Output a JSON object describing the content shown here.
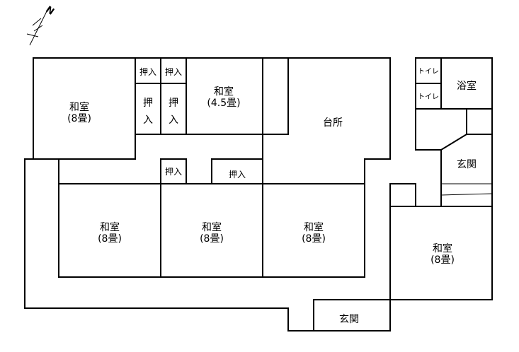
{
  "compass": {
    "letter": "N"
  },
  "rooms": {
    "washitsu_nw": {
      "name": "和室",
      "size": "(8畳)"
    },
    "washitsu_n": {
      "name": "和室",
      "size": "(4.5畳)"
    },
    "washitsu_w": {
      "name": "和室",
      "size": "(8畳)"
    },
    "washitsu_c": {
      "name": "和室",
      "size": "(8畳)"
    },
    "washitsu_e": {
      "name": "和室",
      "size": "(8畳)"
    },
    "washitsu_se": {
      "name": "和室",
      "size": "(8畳)"
    },
    "kitchen": "台所",
    "bath": "浴室",
    "toilet_1": "トイレ",
    "toilet_2": "トイレ",
    "entrance_east": "玄関",
    "entrance_south": "玄関"
  },
  "closets": {
    "top_1": "押入",
    "top_2": "押入",
    "vert_1": [
      "押",
      "入"
    ],
    "vert_2": [
      "押",
      "入"
    ],
    "hall_1": "押入",
    "hall_2": "押入"
  }
}
